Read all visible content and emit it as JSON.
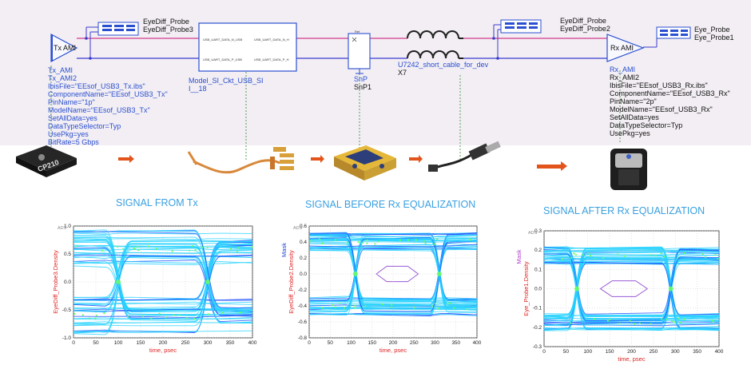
{
  "schematic": {
    "tx_block_label": "Tx AMI",
    "tx_probe_names": [
      "EyeDiff_Probe",
      "EyeDiff_Probe3"
    ],
    "tx_params": [
      "Tx_AMI",
      "Tx_AMI2",
      "IbisFile=\"EEsof_USB3_Tx.ibs\"",
      "ComponentName=\"EEsof_USB3_Tx\"",
      "PinName=\"1p\"",
      "ModelName=\"EEsof_USB3_Tx\"",
      "SetAllData=yes",
      "DataTypeSelector=Typ",
      "UsePkg=yes",
      "BitRate=5 Gbps"
    ],
    "model_block_label": [
      "Model_SI_Ckt_USB_SI",
      "I__18"
    ],
    "model_pin_labels": [
      "USB_UART_DATA_N_USB",
      "USB_UART_DATA_N_H",
      "USB_UART_DATA_P_USB",
      "USB_UART_DATA_P_H"
    ],
    "snp_label": [
      "SnP",
      "SnP1"
    ],
    "snp_ref_label": "Ref",
    "cable_label": [
      "U7242_short_cable_for_dev",
      "X7"
    ],
    "rx_probe_names": [
      "EyeDiff_Probe",
      "EyeDiff_Probe2"
    ],
    "rx_block_label": "Rx AMI",
    "rx_params": [
      "Rx_AMI",
      "Rx_AMI2",
      "IbisFile=\"EEsof_USB3_Rx.ibs\"",
      "ComponentName=\"EEsof_USB3_Rx\"",
      "PinName=\"2p\"",
      "ModelName=\"EEsof_USB3_Rx\"",
      "SetAllData=yes",
      "DataTypeSelector=Typ",
      "UsePkg=yes"
    ],
    "eye_probe_names": [
      "Eye_Probe",
      "Eye_Probe1"
    ]
  },
  "hardware": {
    "chip_label": "CP210"
  },
  "colors": {
    "wire_pink": "#d23c8c",
    "wire_blue": "#3c3cd2",
    "label_blue": "#2a4fd0",
    "arrow_orange": "#e2541c",
    "title_blue": "#3aa0e0",
    "eye_cyan": "#28d2ff",
    "eye_blue": "#1e50ff",
    "eye_green": "#64ff64"
  },
  "chart_data": [
    {
      "type": "eye-diagram",
      "title": "SIGNAL FROM Tx",
      "corner_label": "ADS",
      "ylabel": "EyeDiff_Probe3.Density",
      "xlabel": "time, psec",
      "xlim": [
        0,
        400
      ],
      "ylim": [
        -1.0,
        1.0
      ],
      "x_ticks": [
        0,
        50,
        100,
        150,
        200,
        250,
        300,
        350,
        400
      ],
      "y_ticks": [
        -1.0,
        -0.5,
        0.0,
        0.5,
        1.0
      ],
      "y_tick_labels": [
        "-1.0",
        "-0.5",
        "0.0",
        "0.5",
        "1.0"
      ],
      "crossings": [
        100,
        300
      ],
      "high_level": 0.6,
      "low_level": -0.6,
      "eye_open": false,
      "mask": false
    },
    {
      "type": "eye-diagram",
      "title": "SIGNAL BEFORE Rx EQUALIZATION",
      "corner_label": "ADS",
      "ylabel": "EyeDiff_Probe2.Density",
      "mask_label": "Mask",
      "xlabel": "time, psec",
      "xlim": [
        0,
        400
      ],
      "ylim": [
        -0.8,
        0.6
      ],
      "x_ticks": [
        0,
        50,
        100,
        150,
        200,
        250,
        300,
        350,
        400
      ],
      "y_ticks": [
        -0.8,
        -0.6,
        -0.4,
        -0.2,
        0.0,
        0.2,
        0.4,
        0.6
      ],
      "y_tick_labels": [
        "-0.8",
        "-0.6",
        "-0.4",
        "-0.2",
        "0.0",
        "0.2",
        "0.4",
        "0.6"
      ],
      "crossings": [
        110,
        310
      ],
      "high_level": 0.4,
      "low_level": -0.4,
      "eye_open": true,
      "mask": true
    },
    {
      "type": "eye-diagram",
      "title": "SIGNAL AFTER Rx EQUALIZATION",
      "corner_label": "ADS",
      "ylabel": "Eye_Probe1.Density",
      "mask_label": "Mask",
      "xlabel": "time, psec",
      "xlim": [
        0,
        400
      ],
      "ylim": [
        -0.3,
        0.3
      ],
      "x_ticks": [
        0,
        50,
        100,
        150,
        200,
        250,
        300,
        350,
        400
      ],
      "y_ticks": [
        -0.3,
        -0.2,
        -0.1,
        0.0,
        0.1,
        0.2,
        0.3
      ],
      "y_tick_labels": [
        "-0.3",
        "-0.2",
        "-0.1",
        "0.0",
        "0.1",
        "0.2",
        "0.3"
      ],
      "crossings": [
        75,
        290
      ],
      "high_level": 0.17,
      "low_level": -0.17,
      "eye_open": true,
      "mask": true
    }
  ]
}
